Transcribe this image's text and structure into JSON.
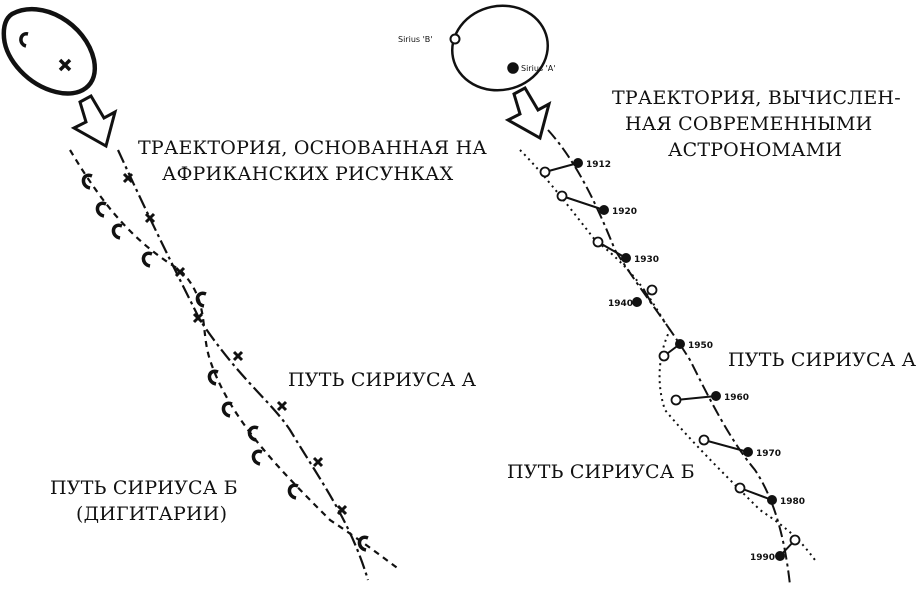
{
  "left_diagram": {
    "title_lines": [
      "ТРАЕКТОРИЯ, ОСНОВАННАЯ НА",
      "АФРИКАНСКИХ РИСУНКАХ"
    ],
    "label_sirius_a": "ПУТЬ СИРИУСА А",
    "label_sirius_b_lines": [
      "ПУТЬ СИРИУСА Б",
      "(ДИГИТАРИИ)"
    ]
  },
  "right_diagram": {
    "title_lines": [
      "ТРАЕКТОРИЯ, ВЫЧИСЛЕН-",
      "НАЯ СОВРЕМЕННЫМИ",
      "АСТРОНОМАМИ"
    ],
    "label_sirius_a": "ПУТЬ СИРИУСА А",
    "label_sirius_b": "ПУТЬ СИРИУСА Б",
    "orbit_label_b": "Sirius 'B'",
    "orbit_label_a": "Sirius 'A'",
    "year_labels": [
      "1912",
      "1920",
      "1930",
      "1940",
      "1950",
      "1960",
      "1970",
      "1980",
      "1990"
    ]
  },
  "colors": {
    "ink": "#111111",
    "background": "#ffffff"
  }
}
